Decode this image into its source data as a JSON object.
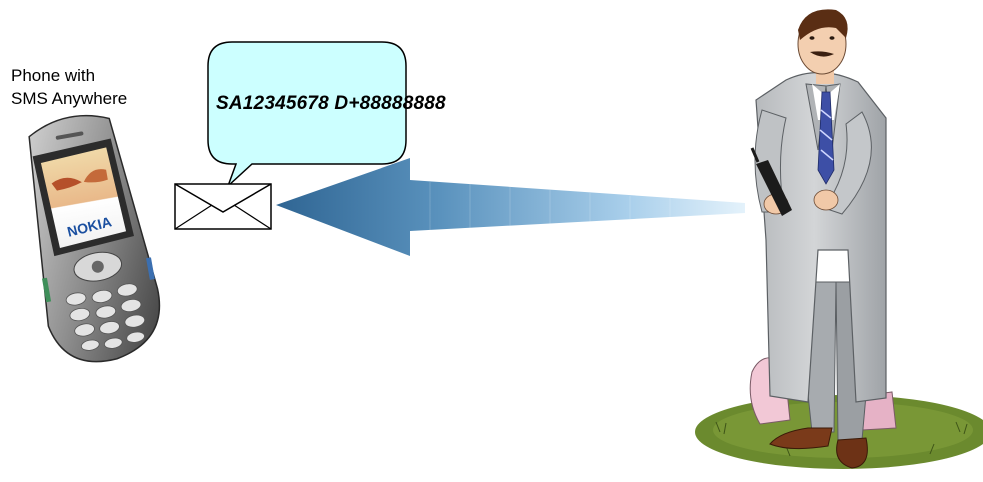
{
  "phone": {
    "label_line1": "Phone with",
    "label_line2": "SMS Anywhere",
    "brand": "NOKIA"
  },
  "message": {
    "text": "SA12345678 D+88888888"
  },
  "colors": {
    "bubble_fill": "#ccffff",
    "arrow_dark": "#3a6e9a",
    "arrow_light": "#cfe6f7",
    "grass": "#6b8a2e",
    "coat": "#c7c9cb"
  },
  "icons": [
    "phone-icon",
    "envelope-icon",
    "arrow-icon",
    "businessman-figure"
  ]
}
